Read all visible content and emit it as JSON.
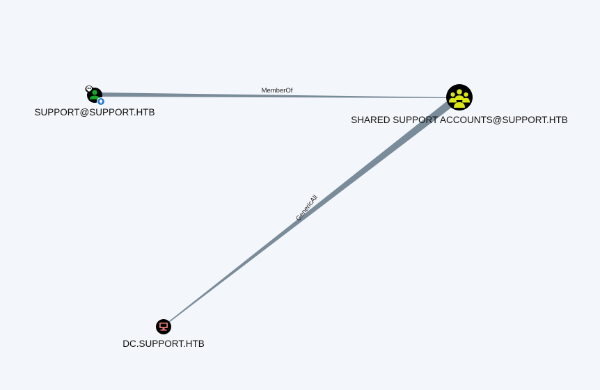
{
  "graph": {
    "nodes": {
      "user": {
        "label": "SUPPORT@SUPPORT.HTB",
        "type": "user"
      },
      "group": {
        "label": "SHARED SUPPORT ACCOUNTS@SUPPORT.HTB",
        "type": "group"
      },
      "computer": {
        "label": "DC.SUPPORT.HTB",
        "type": "computer"
      }
    },
    "edges": {
      "member_of": {
        "label": "MemberOf",
        "from": "user",
        "to": "group"
      },
      "generic_all": {
        "label": "GenericAll",
        "from": "group",
        "to": "computer"
      }
    },
    "colors": {
      "background": "#f3f6fa",
      "edge": "#7a8b99",
      "user_node": "#17a625",
      "group_node": "#dbe617",
      "computer_node": "#e67873",
      "node_ring": "#000000",
      "badge": "#2b7fd1"
    }
  }
}
